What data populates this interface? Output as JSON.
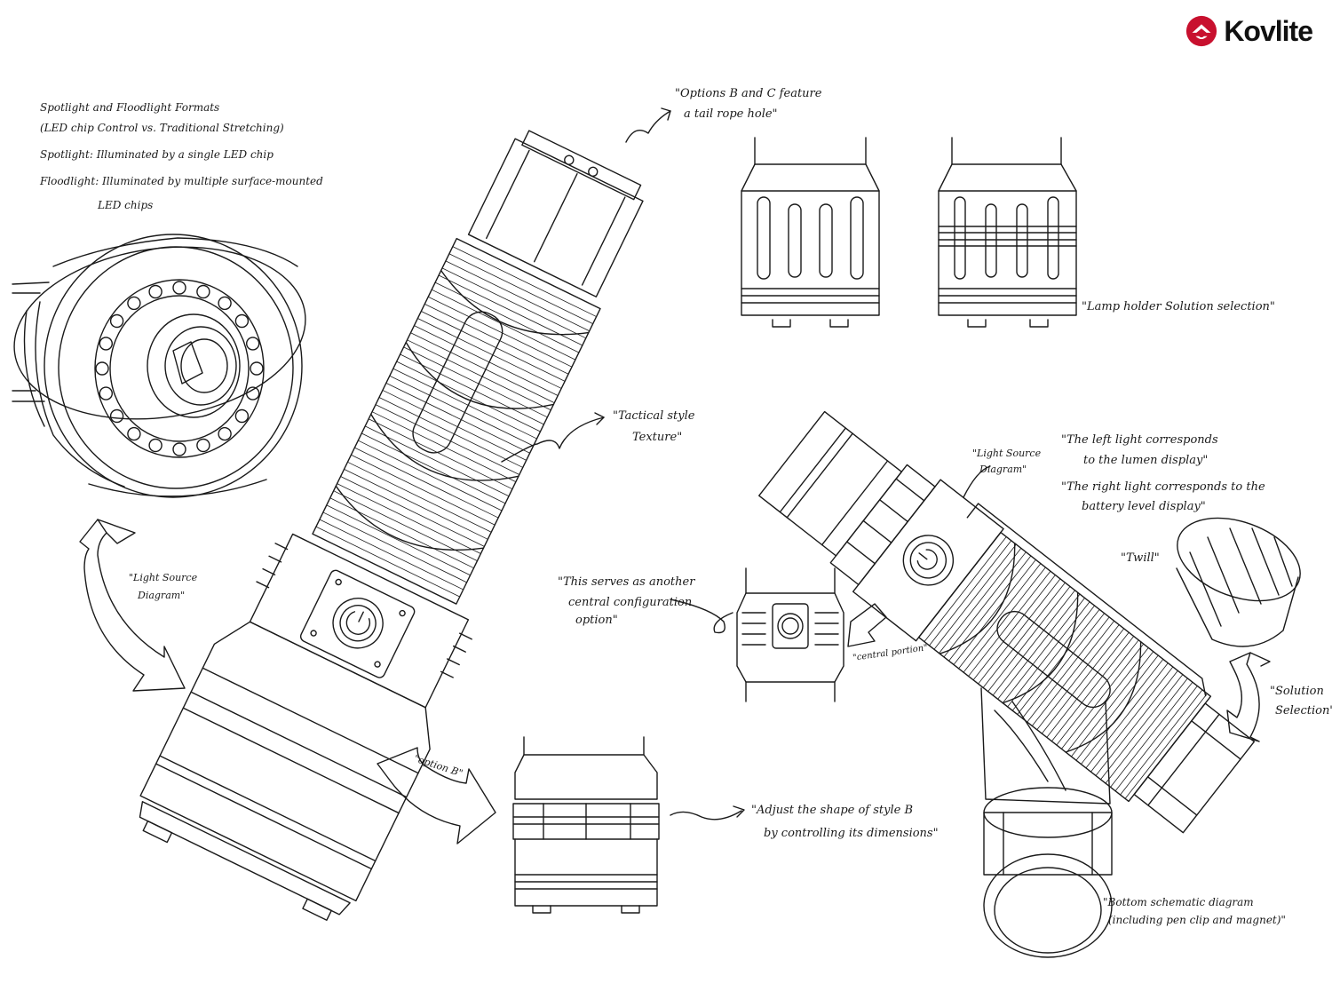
{
  "brand": {
    "name": "Kovlite",
    "accent": "#c8102e"
  },
  "notes": {
    "spotlight_title": "Spotlight and Floodlight Formats",
    "spotlight_sub": "(LED chip Control vs. Traditional Stretching)",
    "spotlight_def": "Spotlight: Illuminated by a single LED chip",
    "floodlight_def": "Floodlight: Illuminated by multiple surface-mounted",
    "floodlight_def_2": "LED chips",
    "options_bc_1": "\"Options B and C feature",
    "options_bc_2": "a tail rope hole\"",
    "lamp_holder": "\"Lamp holder Solution selection\"",
    "tactical_1": "\"Tactical style",
    "tactical_2": "Texture\"",
    "light_source_left_1": "\"Light Source",
    "light_source_left_2": "Diagram\"",
    "light_source_right_1": "\"Light Source",
    "light_source_right_2": "Diagram\"",
    "left_light_1": "\"The left light corresponds",
    "left_light_2": "to the lumen display\"",
    "right_light_1": "\"The right light corresponds to the",
    "right_light_2": "battery level display\"",
    "central_1": "\"This serves as another",
    "central_2": "central configuration",
    "central_3": "option\"",
    "central_portion": "\"central portion\"",
    "twill": "\"Twill\"",
    "solution_1": "\"Solution",
    "solution_2": "Selection\"",
    "option_b": "\"option B\"",
    "adjust_1": "\"Adjust the shape of style B",
    "adjust_2": "by controlling its dimensions\"",
    "bottom_1": "\"Bottom schematic diagram",
    "bottom_2": "(including pen clip and magnet)\""
  }
}
